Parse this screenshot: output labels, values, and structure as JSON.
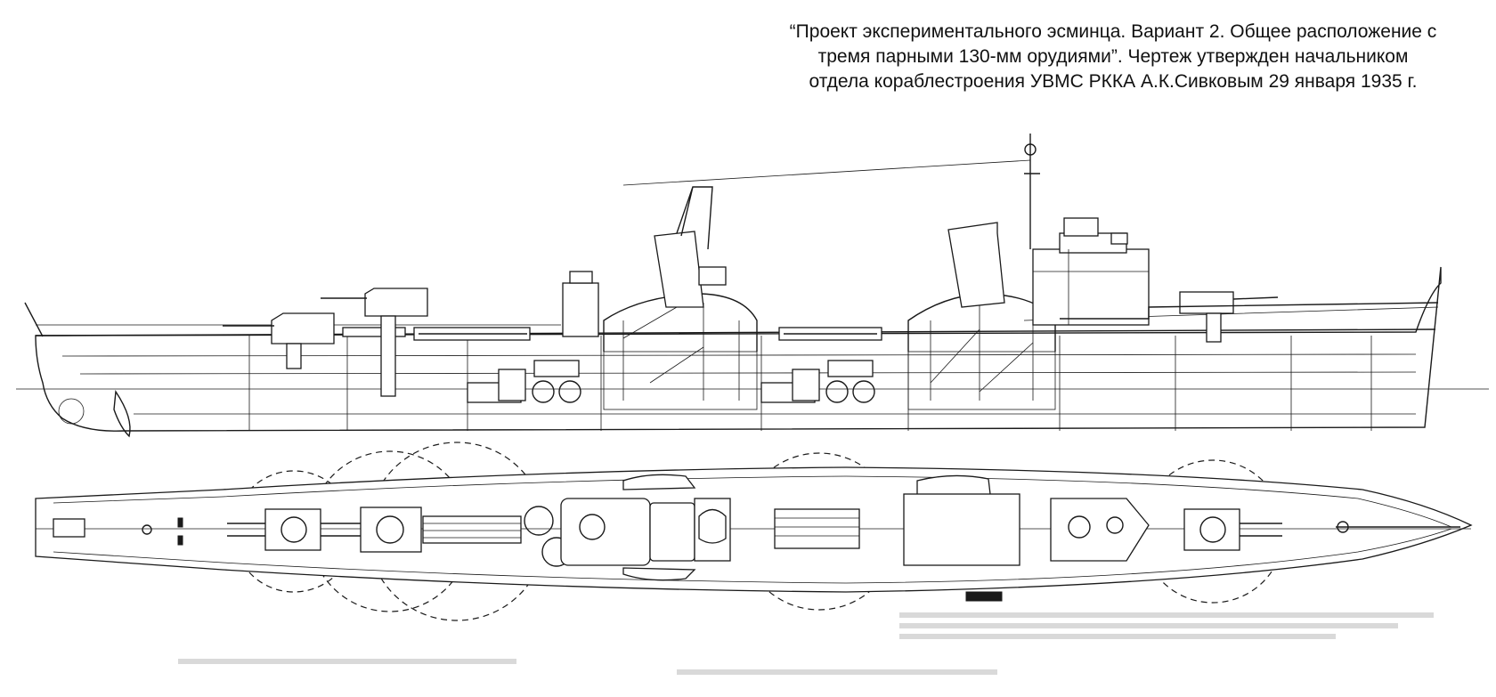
{
  "caption": {
    "line1": "“Проект экспериментального эсминца. Вариант 2. Общее расположение с",
    "line2": "тремя парными 130-мм орудиями”. Чертеж утвержден начальником",
    "line3": "отдела кораблестроения УВМС РККА А.К.Сивковым 29 января 1935 г."
  },
  "colors": {
    "ink": "#1a1a1a",
    "paper": "#ffffff",
    "ghost": "#d9d9d9"
  }
}
